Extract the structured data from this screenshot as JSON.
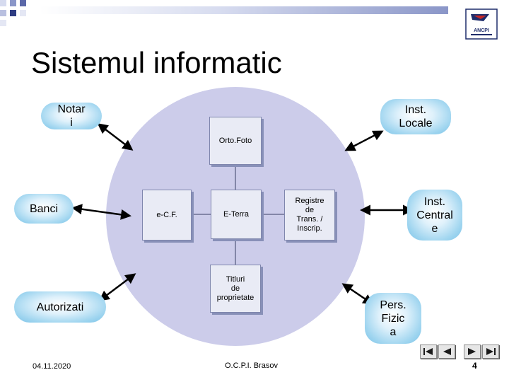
{
  "slide": {
    "title": "Sistemul informatic",
    "date": "04.11.2020",
    "footer_center": "O.C.P.I. Brasov",
    "page_number": "4"
  },
  "logo": {
    "text": "ANCPI",
    "colors": {
      "dark": "#1f2d6b",
      "accent": "#c62828"
    }
  },
  "external_nodes": {
    "notari": "Notar\ni",
    "inst_locale": "Inst.\nLocale",
    "banci": "Banci",
    "inst_centrale": "Inst.\nCentral\ne",
    "autorizati": "Autorizati",
    "pers_fizice": "Pers.\nFizic\na"
  },
  "internal_nodes": {
    "ortofoto": "Orto.Foto",
    "ecf": "e-C.F.",
    "eterra": "E-Terra",
    "registre": "Registre\nde\nTrans. /\nInscrip.",
    "titluri": "Titluri\nde\nproprietate"
  },
  "colors": {
    "circle": "#ccccea",
    "external_fill": "#9dd4ef",
    "box_fill": "#e9ebf5",
    "box_border": "#7f86ad",
    "arrow": "#000000"
  },
  "navigation": {
    "first": "first-icon",
    "prev": "prev-icon",
    "next": "next-icon",
    "last": "last-icon"
  }
}
